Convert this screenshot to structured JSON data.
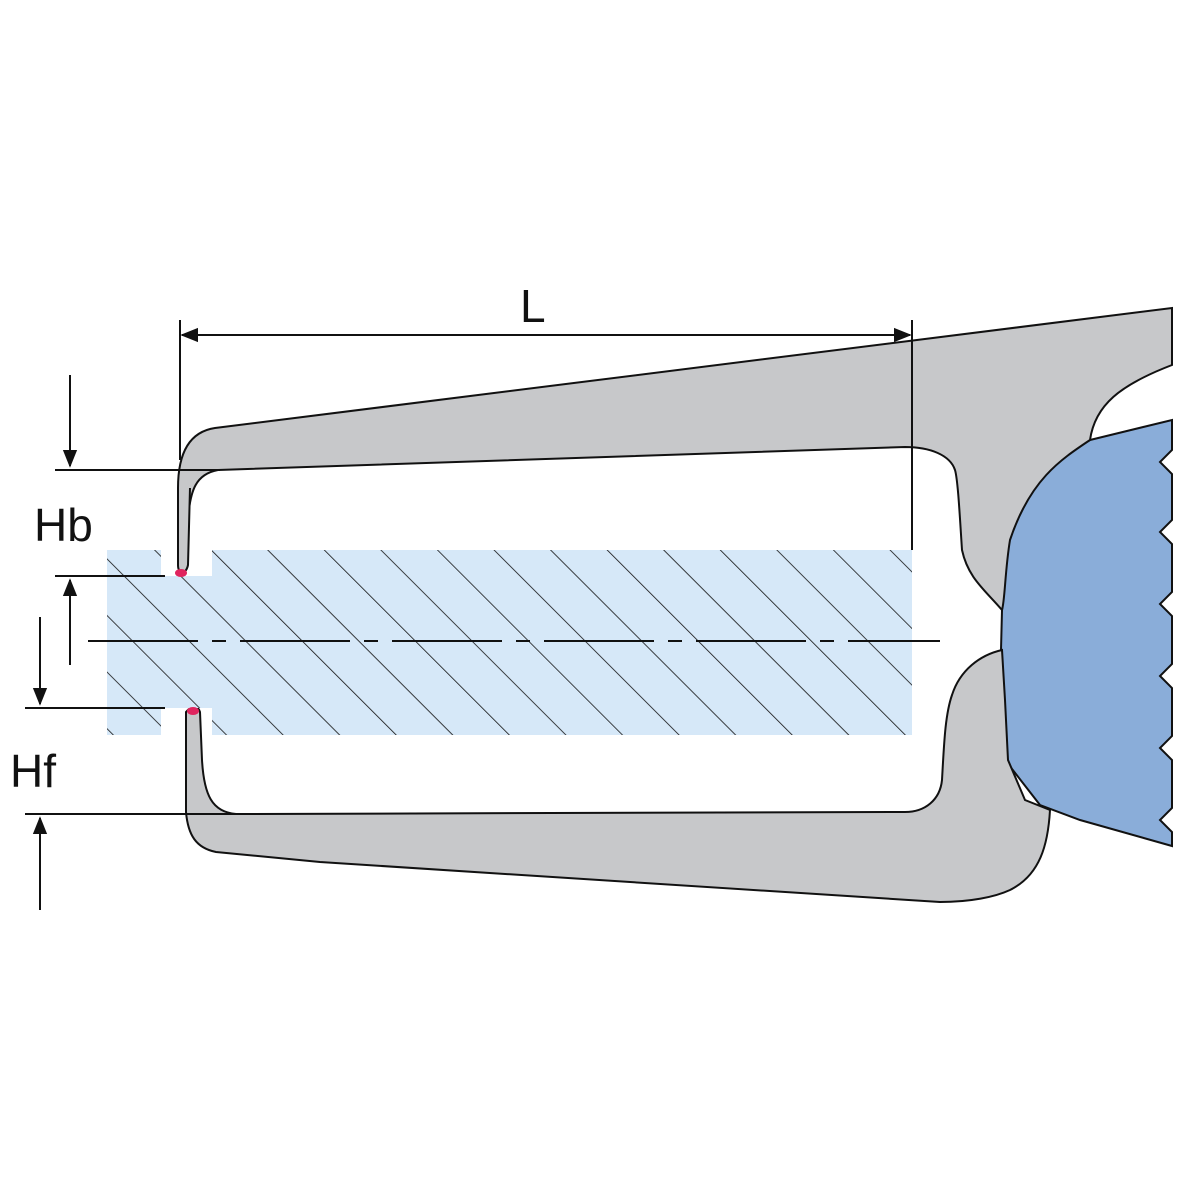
{
  "labels": {
    "length": "L",
    "back_height": "Hb",
    "front_height": "Hf"
  },
  "colors": {
    "background": "#ffffff",
    "gauge_body": "#c7c8ca",
    "workpiece_fill": "#d6e8f8",
    "handle_fill": "#8aadd9",
    "outline": "#111111",
    "contact_point": "#e0245e"
  },
  "icons": {
    "arrow": "arrow-icon",
    "contact": "contact-point-icon"
  }
}
